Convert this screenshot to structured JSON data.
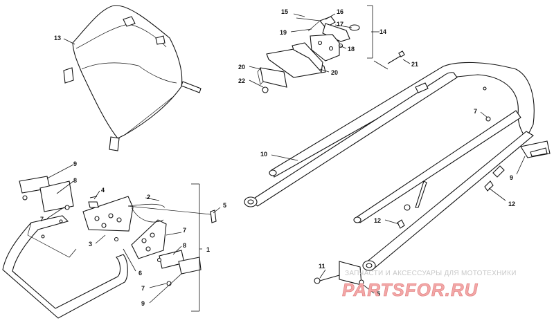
{
  "diagram": {
    "callouts": [
      "1",
      "2",
      "3",
      "4",
      "5",
      "6",
      "7",
      "8",
      "9",
      "10",
      "11",
      "12",
      "13",
      "14",
      "15",
      "16",
      "17",
      "18",
      "19",
      "20",
      "21",
      "22"
    ],
    "labels": [
      {
        "id": "c13",
        "text": "13"
      },
      {
        "id": "c15",
        "text": "15"
      },
      {
        "id": "c16",
        "text": "16"
      },
      {
        "id": "c17",
        "text": "17"
      },
      {
        "id": "c14",
        "text": "14"
      },
      {
        "id": "c19",
        "text": "19"
      },
      {
        "id": "c18",
        "text": "18"
      },
      {
        "id": "c20a",
        "text": "20"
      },
      {
        "id": "c20b",
        "text": "20"
      },
      {
        "id": "c22",
        "text": "22"
      },
      {
        "id": "c21",
        "text": "21"
      },
      {
        "id": "c7a",
        "text": "7"
      },
      {
        "id": "c10",
        "text": "10"
      },
      {
        "id": "c9a",
        "text": "9"
      },
      {
        "id": "c12a",
        "text": "12"
      },
      {
        "id": "c12b",
        "text": "12"
      },
      {
        "id": "c9b",
        "text": "9"
      },
      {
        "id": "c8a",
        "text": "8"
      },
      {
        "id": "c4",
        "text": "4"
      },
      {
        "id": "c2",
        "text": "2"
      },
      {
        "id": "c5a",
        "text": "5"
      },
      {
        "id": "c7b",
        "text": "7"
      },
      {
        "id": "c7c",
        "text": "7"
      },
      {
        "id": "c3",
        "text": "3"
      },
      {
        "id": "c1",
        "text": "1"
      },
      {
        "id": "c8b",
        "text": "8"
      },
      {
        "id": "c6",
        "text": "6"
      },
      {
        "id": "c7d",
        "text": "7"
      },
      {
        "id": "c9c",
        "text": "9"
      },
      {
        "id": "c11",
        "text": "11"
      },
      {
        "id": "c5b",
        "text": "5"
      }
    ]
  },
  "watermark": {
    "tagline": "ЗАПЧАСТИ И АКСЕССУАРЫ ДЛЯ МОТОТЕХНИКИ",
    "brand": "PARTSFOR.RU",
    "color": "#e07a7a"
  }
}
